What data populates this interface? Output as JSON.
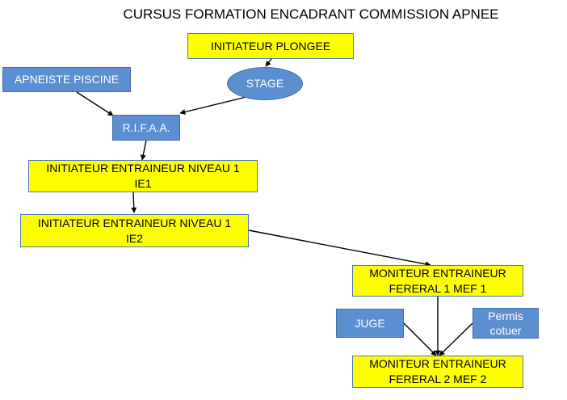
{
  "title": "CURSUS FORMATION ENCADRANT COMMISSION APNEE",
  "nodes": {
    "initiateur_plongee": "INITIATEUR PLONGEE",
    "stage": "STAGE",
    "apneiste_piscine": "APNEISTE PISCINE",
    "rifaa": "R.I.F.A.A.",
    "ie1": {
      "line1": "INITIATEUR ENTRAINEUR NIVEAU 1",
      "line2": "IE1"
    },
    "ie2": {
      "line1": "INITIATEUR ENTRAINEUR NIVEAU 1",
      "line2": "IE2"
    },
    "mef1": {
      "line1": "MONITEUR ENTRAINEUR",
      "line2": "FERERAL 1 MEF 1"
    },
    "juge": "JUGE",
    "permis": {
      "line1": "Permis",
      "line2": "cotuer"
    },
    "mef2": {
      "line1": "MONITEUR ENTRAINEUR",
      "line2": "FERERAL 2 MEF 2"
    }
  },
  "colors": {
    "yellow_box": "#ffff00",
    "blue_box": "#5b8fd1",
    "yellow_border": "#4a78b8",
    "arrow": "#000000"
  }
}
